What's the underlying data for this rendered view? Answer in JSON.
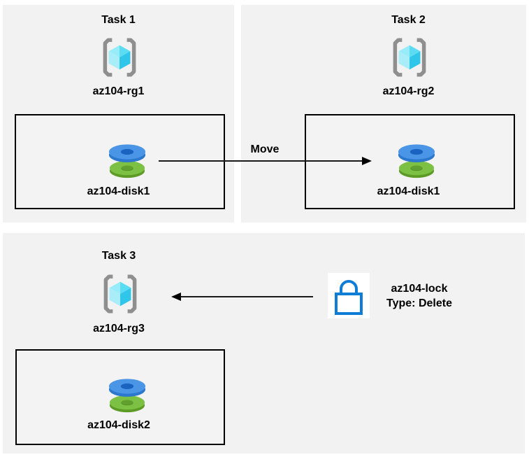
{
  "panels": [
    {
      "title": "Task 1",
      "rg_label": "az104-rg1",
      "disk_label": "az104-disk1"
    },
    {
      "title": "Task 2",
      "rg_label": "az104-rg2",
      "disk_label": "az104-disk1"
    },
    {
      "title": "Task 3",
      "rg_label": "az104-rg3",
      "disk_label": "az104-disk2"
    }
  ],
  "arrows": {
    "move": {
      "label": "Move",
      "direction": "left-to-right"
    },
    "lock_to_rg": {
      "label": "",
      "direction": "right-to-left"
    }
  },
  "lock": {
    "name": "az104-lock",
    "type": "Type: Delete"
  },
  "colors": {
    "panel_bg": "#f2f2f2",
    "box_border": "#000000",
    "arrow": "#000000",
    "bracket_gray": "#8f8f8f",
    "cube_top_left": "#97ecfa",
    "cube_top_right": "#5bdcf2",
    "cube_left": "#a9edf9",
    "cube_right": "#2fc6e9",
    "disk_blue_top": "#4a95e6",
    "disk_blue_rim": "#2c78cf",
    "disk_blue_hole": "#1b63c0",
    "disk_green_top": "#7cc143",
    "disk_green_rim": "#5d9b26",
    "disk_green_hole": "#61a02e",
    "lock_blue": "#0d7dd6"
  }
}
